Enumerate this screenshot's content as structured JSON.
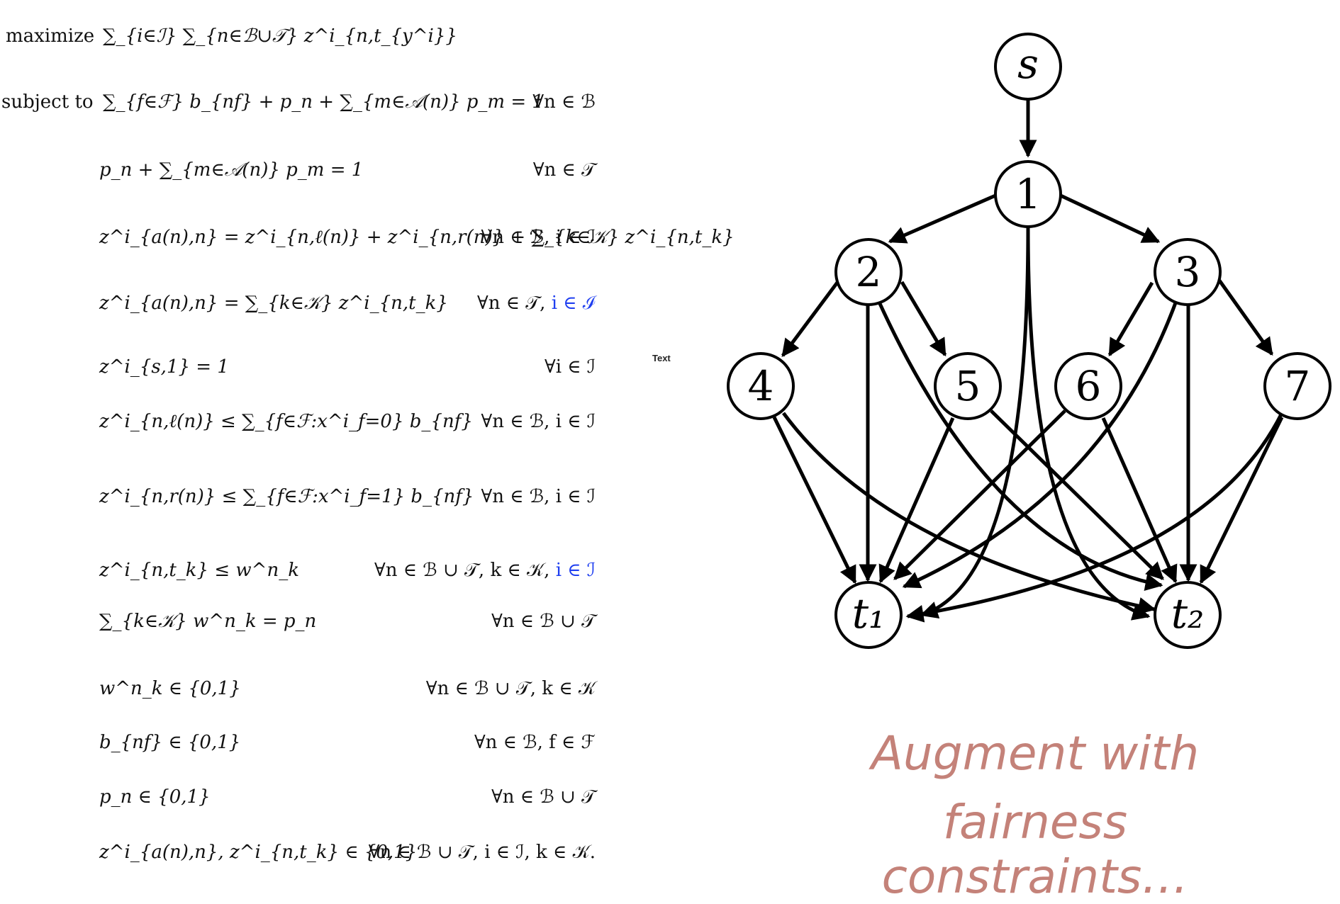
{
  "formulation": {
    "objective": {
      "keyword": "maximize",
      "expr": "∑_{i∈ℐ} ∑_{n∈ℬ∪𝒯} z^i_{n,t_{y^i}}"
    },
    "subject_to_label": "subject to",
    "constraints": [
      {
        "expr": "∑_{f∈ℱ} b_{nf} + p_n + ∑_{m∈𝒜(n)} p_m = 1",
        "cond": "∀n ∈ ℬ",
        "cond_blue": ""
      },
      {
        "expr": "p_n + ∑_{m∈𝒜(n)} p_m = 1",
        "cond": "∀n ∈ 𝒯",
        "cond_blue": ""
      },
      {
        "expr": "z^i_{a(n),n} = z^i_{n,ℓ(n)} + z^i_{n,r(n)} + ∑_{k∈𝒦} z^i_{n,t_k}",
        "cond": "∀n ∈ ℬ, i ∈ ℐ",
        "cond_blue": ""
      },
      {
        "expr": "z^i_{a(n),n} = ∑_{k∈𝒦} z^i_{n,t_k}",
        "cond": "∀n ∈ 𝒯,",
        "cond_blue": "i ∈ ℐ"
      },
      {
        "expr": "z^i_{s,1} = 1",
        "cond": "∀i ∈ ℐ",
        "cond_blue": ""
      },
      {
        "expr": "z^i_{n,ℓ(n)} ≤ ∑_{f∈ℱ:x^i_f=0} b_{nf}",
        "cond": "∀n ∈ ℬ, i ∈ ℐ",
        "cond_blue": ""
      },
      {
        "expr": "z^i_{n,r(n)} ≤ ∑_{f∈ℱ:x^i_f=1} b_{nf}",
        "cond": "∀n ∈ ℬ, i ∈ ℐ",
        "cond_blue": ""
      },
      {
        "expr": "z^i_{n,t_k} ≤ w^n_k",
        "cond": "∀n ∈ ℬ ∪ 𝒯, k ∈ 𝒦,",
        "cond_blue": "i ∈ ℐ"
      },
      {
        "expr": "∑_{k∈𝒦} w^n_k = p_n",
        "cond": "∀n ∈ ℬ ∪ 𝒯",
        "cond_blue": ""
      },
      {
        "expr": "w^n_k ∈ {0,1}",
        "cond": "∀n ∈ ℬ ∪ 𝒯, k ∈ 𝒦",
        "cond_blue": ""
      },
      {
        "expr": "b_{nf} ∈ {0,1}",
        "cond": "∀n ∈ ℬ, f ∈ ℱ",
        "cond_blue": ""
      },
      {
        "expr": "p_n ∈ {0,1}",
        "cond": "∀n ∈ ℬ ∪ 𝒯",
        "cond_blue": ""
      },
      {
        "expr": "z^i_{a(n),n}, z^i_{n,t_k} ∈ {0,1}",
        "cond": "∀n ∈ ℬ ∪ 𝒯, i ∈ ℐ, k ∈ 𝒦.",
        "cond_blue": ""
      }
    ]
  },
  "stray_label": "Text",
  "graph": {
    "nodes": [
      "s",
      "1",
      "2",
      "3",
      "4",
      "5",
      "6",
      "7",
      "t₁",
      "t₂"
    ]
  },
  "caption": {
    "line1": "Augment with",
    "line2": "fairness constraints…"
  }
}
